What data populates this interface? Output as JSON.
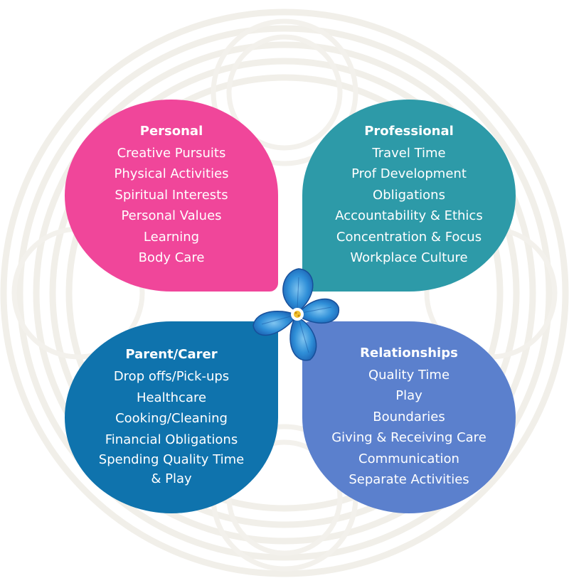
{
  "quadrants": {
    "personal": {
      "title": "Personal",
      "items": [
        "Creative Pursuits",
        "Physical Activities",
        "Spiritual Interests",
        "Personal Values",
        "Learning",
        "Body Care"
      ],
      "color": "#f0469a"
    },
    "professional": {
      "title": "Professional",
      "items": [
        "Travel Time",
        "Prof Development",
        "Obligations",
        "Accountability & Ethics",
        "Concentration & Focus",
        "Workplace Culture"
      ],
      "color": "#2d9aa8"
    },
    "parent_carer": {
      "title": "Parent/Carer",
      "items": [
        "Drop offs/Pick-ups",
        "Healthcare",
        "Cooking/Cleaning",
        "Financial Obligations",
        "Spending Quality Time & Play"
      ],
      "color": "#0f73ad"
    },
    "relationships": {
      "title": "Relationships",
      "items": [
        "Quality Time",
        "Play",
        "Boundaries",
        "Giving & Receiving Care",
        "Communication",
        "Separate Activities"
      ],
      "color": "#5b80cd"
    }
  },
  "center_icon": "blue-flower-icon"
}
